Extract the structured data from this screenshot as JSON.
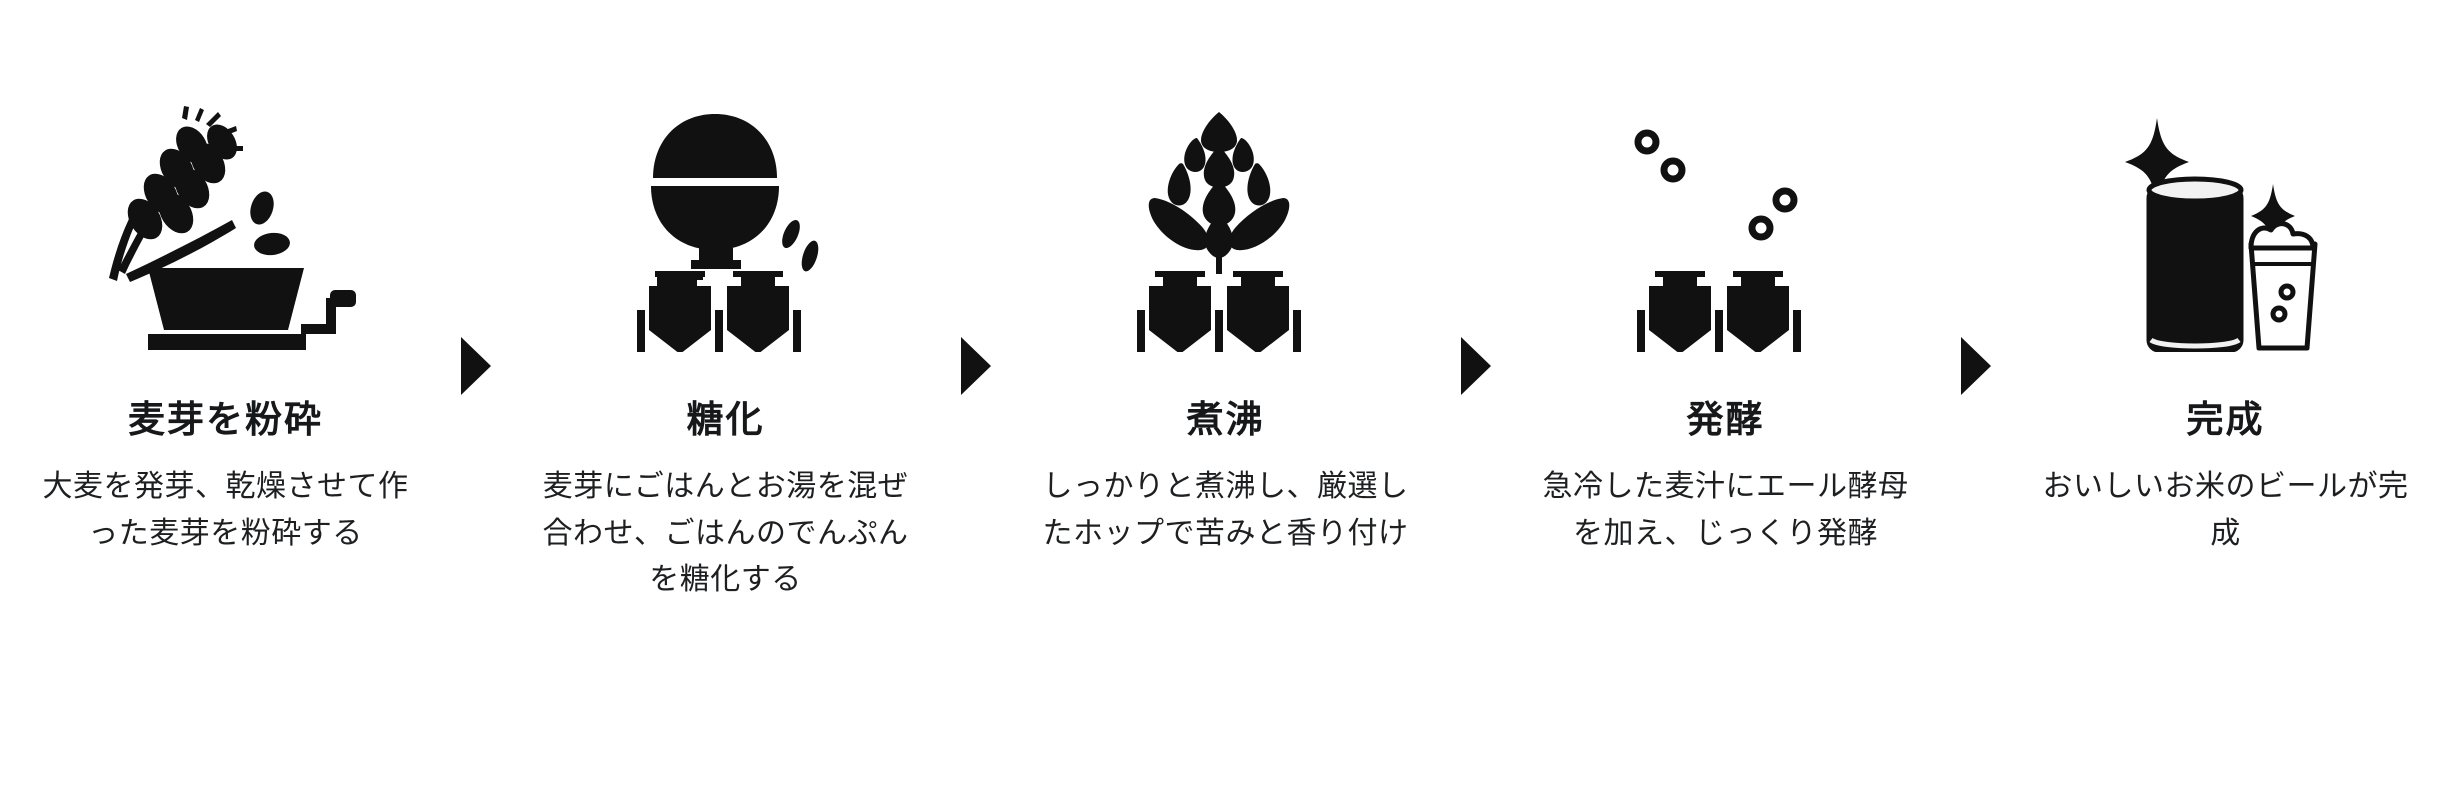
{
  "diagram": {
    "title_visible": false,
    "background_color": "#ffffff",
    "icon_color": "#111111",
    "text_color": "#1d1f21",
    "arrow_color": "#111111"
  },
  "steps": [
    {
      "index": "1",
      "icon_name": "malt-mill-icon",
      "icon_description": "wheat-stalk-and-grain-mill",
      "title": "麦芽を粉砕",
      "description": "大麦を発芽、乾燥させて作った麦芽を粉砕する"
    },
    {
      "index": "2",
      "icon_name": "mashing-rice-bowl-tanks-icon",
      "icon_description": "rice-bowl-with-grains-above-brewing-tanks",
      "title": "糖化",
      "description": "麦芽にごはんとお湯を混ぜ合わせ、ごはんのでんぷんを糖化する"
    },
    {
      "index": "3",
      "icon_name": "boiling-hop-tanks-icon",
      "icon_description": "hop-cone-above-brewing-tanks",
      "title": "煮沸",
      "description": "しっかりと煮沸し、厳選したホップで苦みと香り付け"
    },
    {
      "index": "4",
      "icon_name": "fermentation-bubbles-tanks-icon",
      "icon_description": "bubbles-above-brewing-tanks",
      "title": "発酵",
      "description": "急冷した麦汁にエール酵母を加え、じっくり発酵"
    },
    {
      "index": "5",
      "icon_name": "finished-beer-can-glass-icon",
      "icon_description": "beer-can-and-glass-with-sparkles",
      "title": "完成",
      "description": "おいしいお米のビールが完成"
    }
  ],
  "arrows": [
    {
      "name": "arrow-step-1-to-2",
      "glyph": "▶"
    },
    {
      "name": "arrow-step-2-to-3",
      "glyph": "▶"
    },
    {
      "name": "arrow-step-3-to-4",
      "glyph": "▶"
    },
    {
      "name": "arrow-step-4-to-5",
      "glyph": "▶"
    }
  ]
}
